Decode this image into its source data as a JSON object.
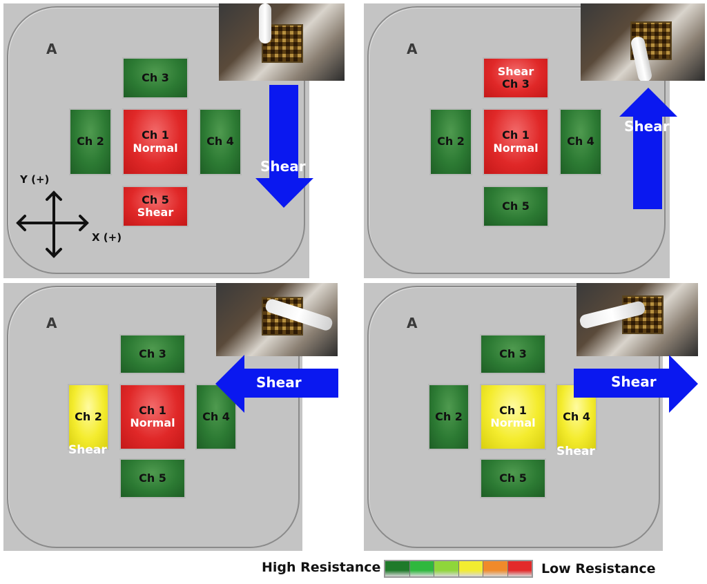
{
  "plate_label": "A",
  "channels": {
    "ch1": "Ch 1",
    "ch2": "Ch 2",
    "ch3": "Ch 3",
    "ch4": "Ch 4",
    "ch5": "Ch 5"
  },
  "normal": "Normal",
  "shear": "Shear",
  "axis": {
    "y": "Y (+)",
    "x": "X (+)"
  },
  "legend": {
    "high": "High Resistance",
    "low": "Low Resistance",
    "colors": [
      "#1f7a2a",
      "#2fb83e",
      "#8fd63a",
      "#f2ec30",
      "#f08a2a",
      "#e32a2a"
    ]
  },
  "state_colors": {
    "green": "#2c7a33",
    "red": "#e02828",
    "yellow": "#f4ec2e",
    "arrow": "#0a18f0"
  }
}
